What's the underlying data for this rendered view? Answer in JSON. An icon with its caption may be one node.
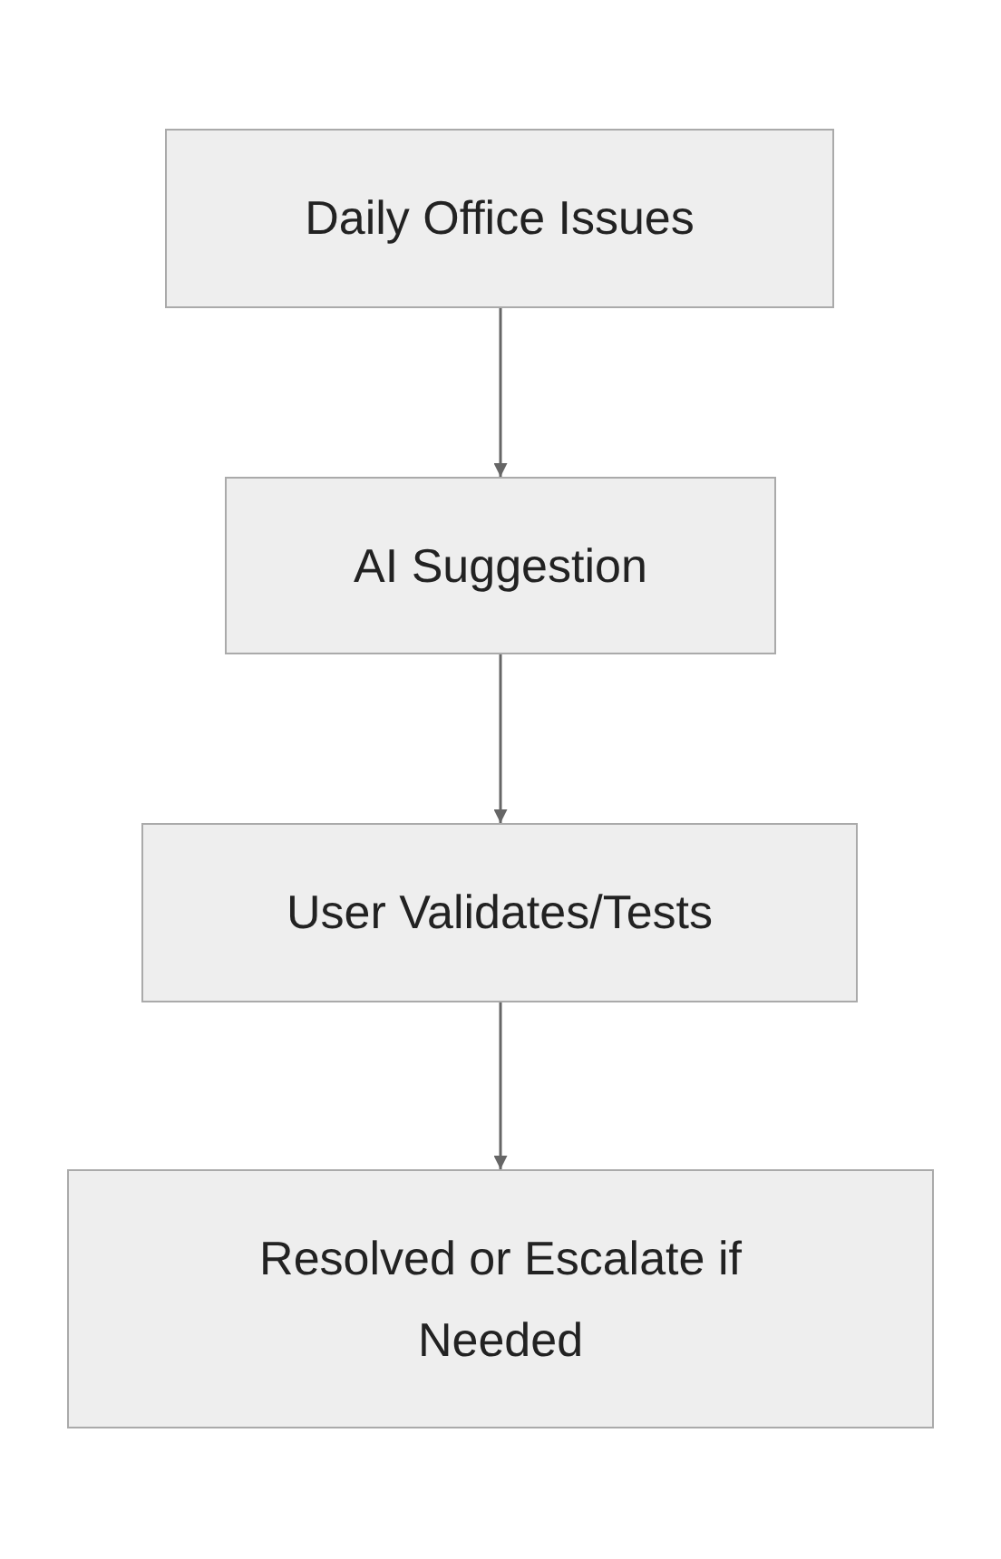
{
  "diagram": {
    "nodes": [
      {
        "text": [
          "Daily Office Issues"
        ]
      },
      {
        "text": [
          "AI Suggestion"
        ]
      },
      {
        "text": [
          "User Validates/Tests"
        ]
      },
      {
        "text": [
          "Resolved or Escalate if Needed"
        ]
      }
    ],
    "edges": [
      {
        "from": 0,
        "to": 1,
        "arrow": "to"
      },
      {
        "from": 1,
        "to": 2,
        "arrow": "to"
      },
      {
        "from": 2,
        "to": 3,
        "arrow": "to"
      }
    ]
  }
}
